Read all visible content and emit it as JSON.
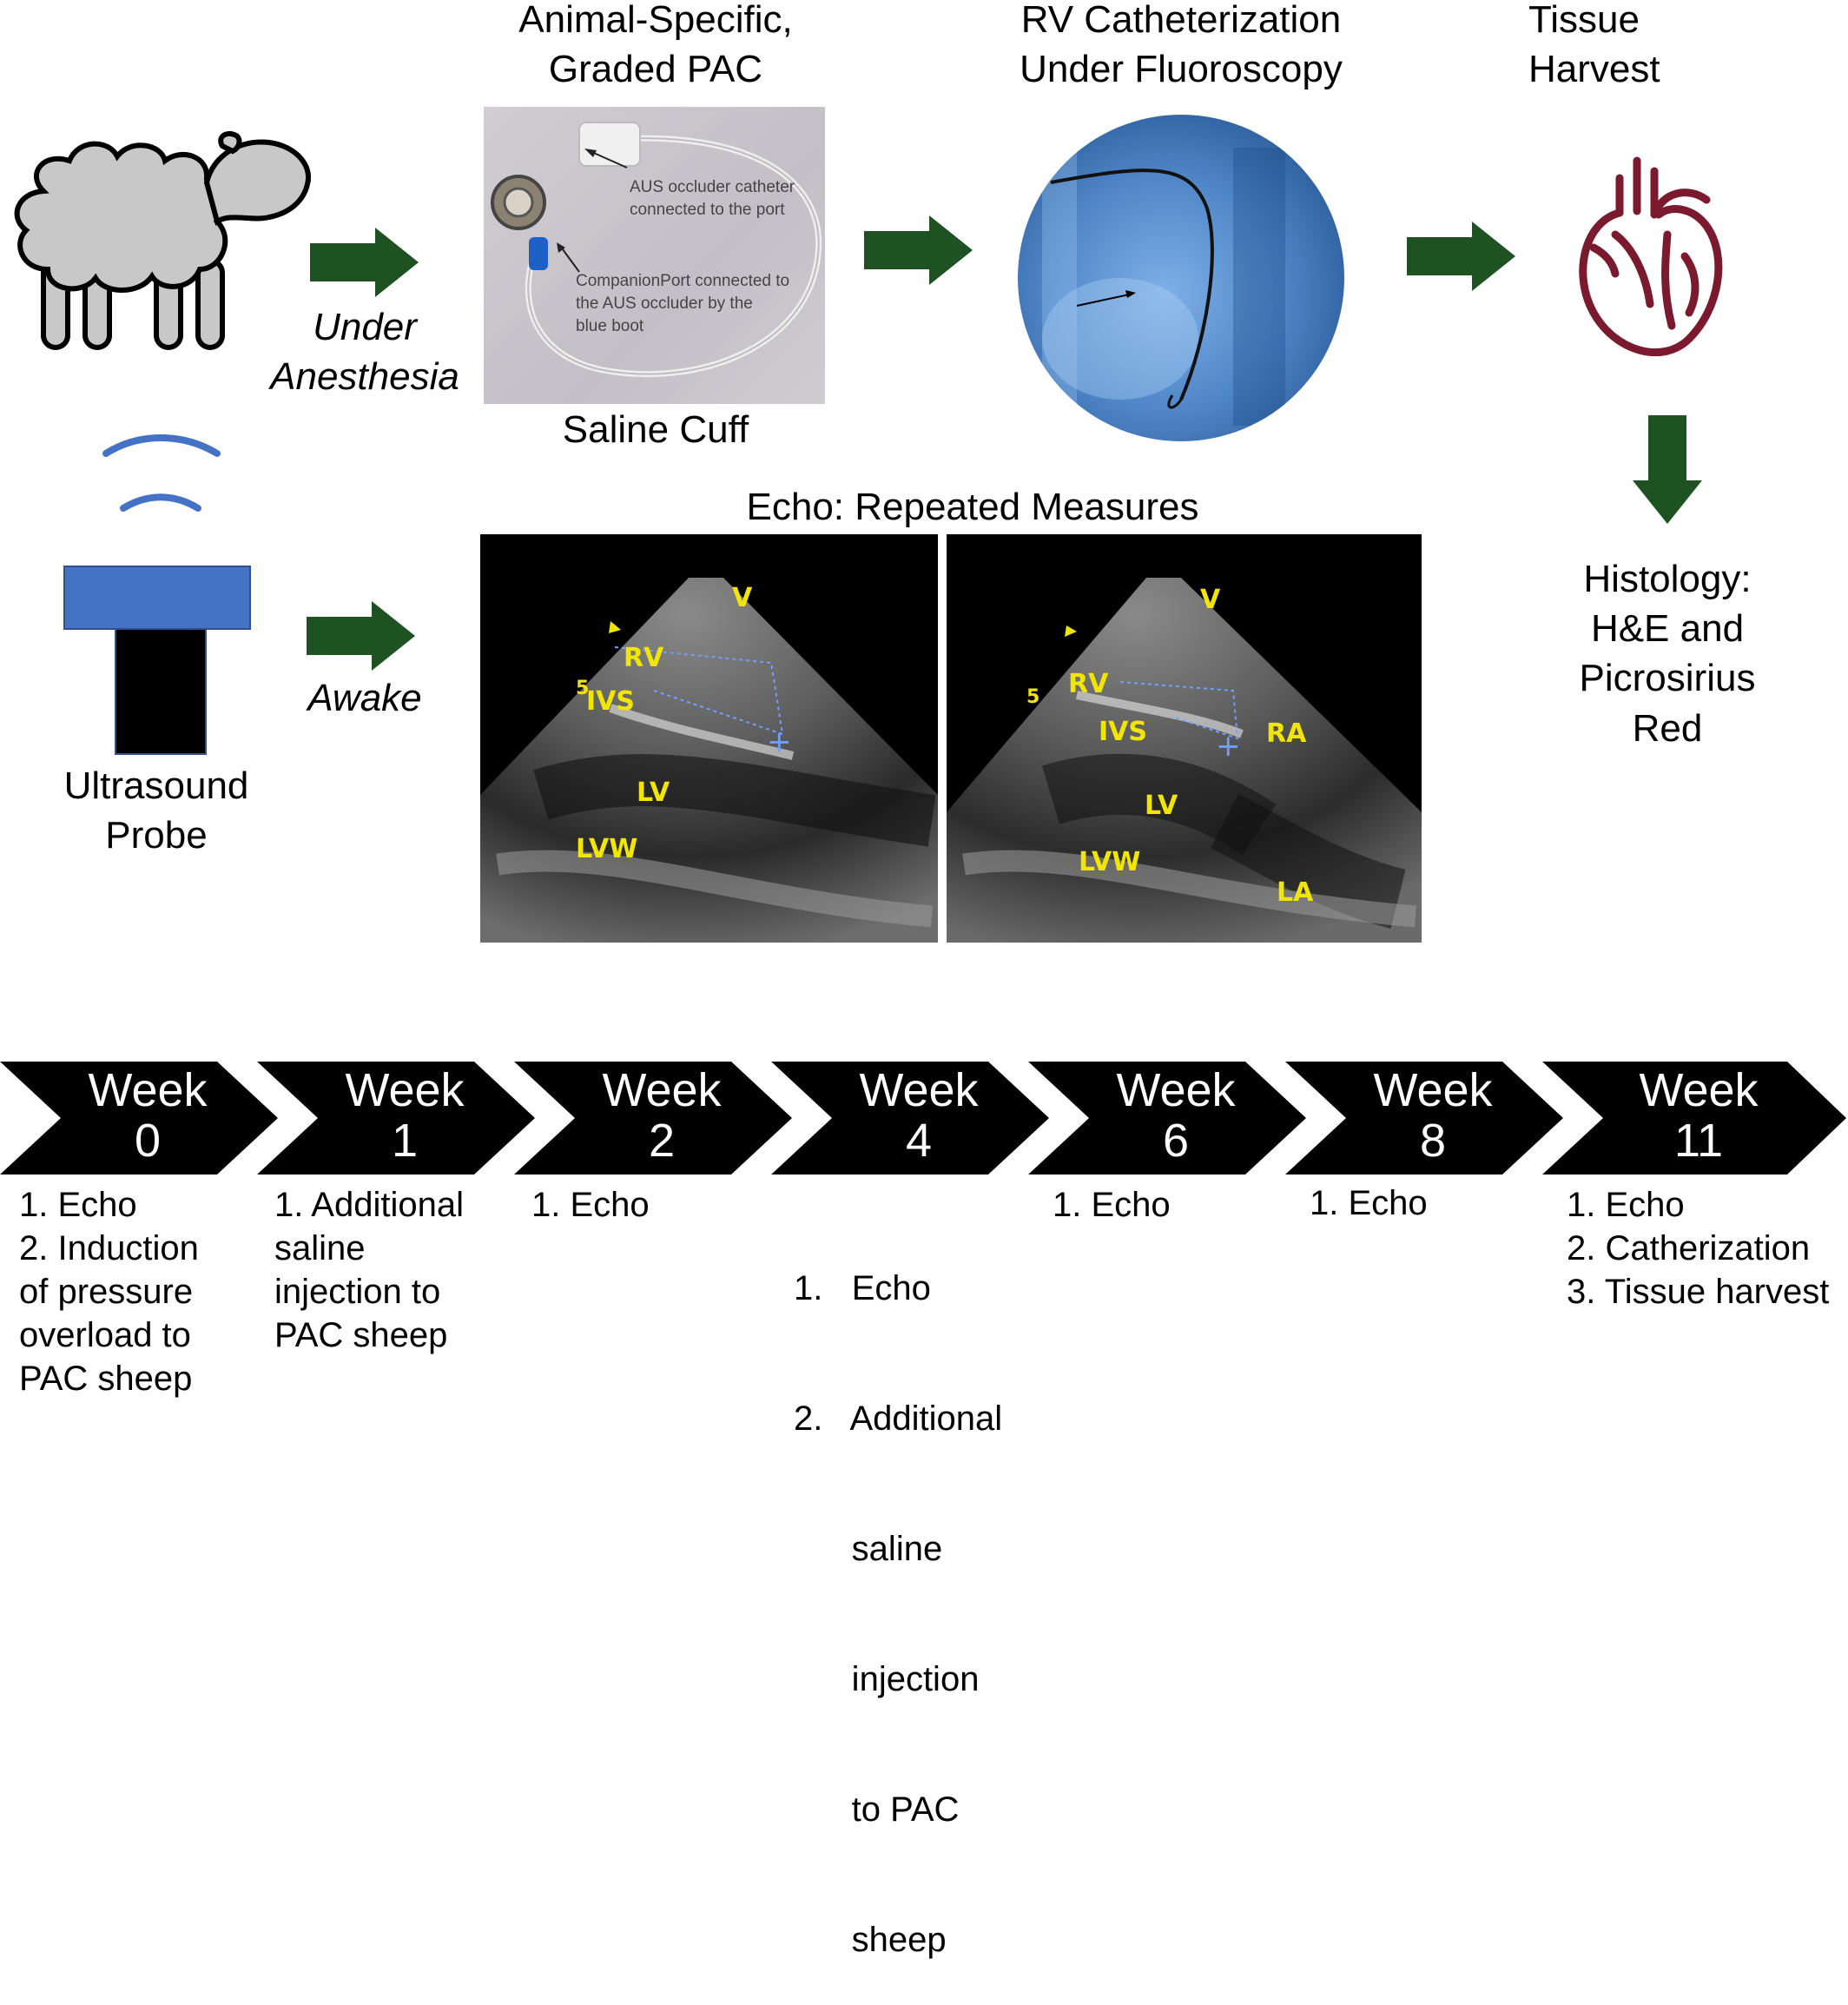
{
  "top_row": {
    "pac_title_line1": "Animal-Specific,",
    "pac_title_line2": "Graded PAC",
    "pac_caption": "Saline Cuff",
    "pac_note_1_line1": "AUS occluder catheter",
    "pac_note_1_line2": "connected to the port",
    "pac_note_2_line1": "CompanionPort connected to",
    "pac_note_2_line2": "the AUS occluder by the",
    "pac_note_2_line3": "blue boot",
    "cath_title_line1": "RV Catheterization",
    "cath_title_line2": "Under Fluoroscopy",
    "harvest_title_line1": "Tissue",
    "harvest_title_line2": "Harvest",
    "anesthesia_line1": "Under",
    "anesthesia_line2": "Anesthesia"
  },
  "middle_row": {
    "probe_label_line1": "Ultrasound",
    "probe_label_line2": "Probe",
    "awake_label": "Awake",
    "echo_title": "Echo: Repeated Measures",
    "histology_line1": "Histology:",
    "histology_line2": "H&E and",
    "histology_line3": "Picrosirius",
    "histology_line4": "Red"
  },
  "echo_panels": [
    {
      "labels": {
        "v": "V",
        "rv": "RV",
        "ivs": "IVS",
        "lv": "LV",
        "lvw": "LVW",
        "five": "5"
      }
    },
    {
      "labels": {
        "v": "V",
        "rv": "RV",
        "ivs": "IVS",
        "ra": "RA",
        "lv": "LV",
        "lvw": "LVW",
        "la": "LA",
        "five": "5"
      }
    }
  ],
  "timeline": [
    {
      "word": "Week",
      "num": "0",
      "items": [
        "1. Echo",
        "2. Induction",
        "of pressure",
        "overload to",
        "PAC sheep"
      ]
    },
    {
      "word": "Week",
      "num": "1",
      "items": [
        "1. Additional",
        "saline",
        "injection to",
        "PAC sheep"
      ]
    },
    {
      "word": "Week",
      "num": "2",
      "items": [
        "1. Echo"
      ]
    },
    {
      "word": "Week",
      "num": "4",
      "items": [
        "1.   Echo",
        "2.   Additional",
        "      saline",
        "      injection",
        "      to PAC",
        "      sheep"
      ]
    },
    {
      "word": "Week",
      "num": "6",
      "items": [
        "1. Echo"
      ]
    },
    {
      "word": "Week",
      "num": "8",
      "items": [
        "1. Echo"
      ]
    },
    {
      "word": "Week",
      "num": "11",
      "items": [
        "1. Echo",
        "2. Catherization",
        "3. Tissue harvest"
      ]
    }
  ],
  "colors": {
    "arrow_green": "#1e5223",
    "sheep_grey": "#c8c8c8",
    "probe_blue": "#4472c4",
    "heart_red": "#7b1a2e",
    "chevron_black": "#000000"
  },
  "icons": [
    "sheep-icon",
    "ultrasound-probe-icon",
    "heart-icon",
    "right-arrow-icon",
    "down-arrow-icon"
  ]
}
